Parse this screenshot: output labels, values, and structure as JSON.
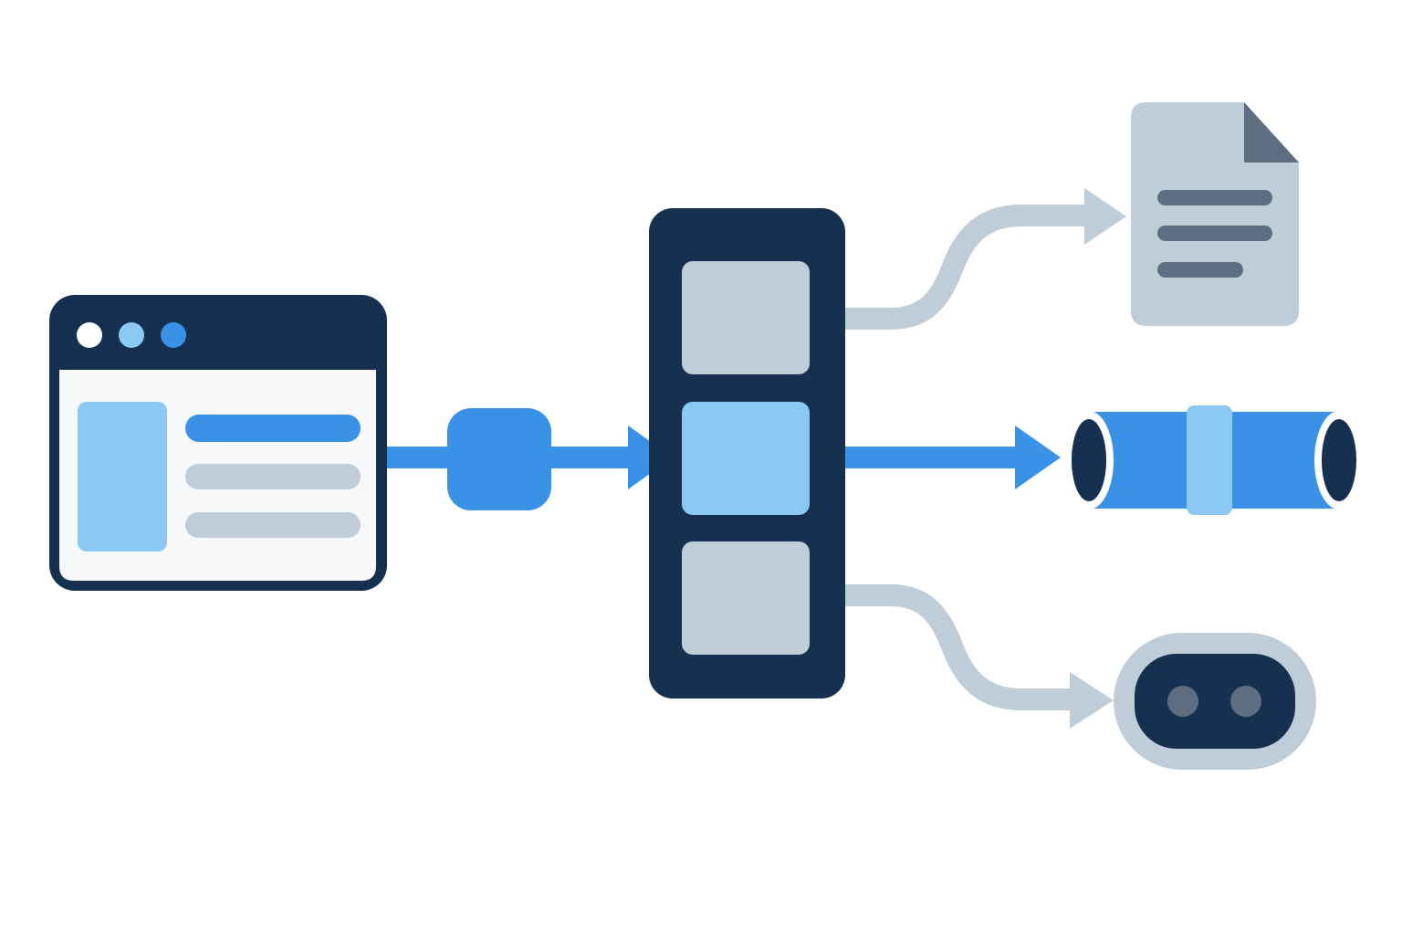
{
  "diagram": {
    "nodes": [
      {
        "id": "browser-window",
        "icon": "browser-window-icon"
      },
      {
        "id": "connector-node",
        "icon": "rounded-square-icon"
      },
      {
        "id": "router-stack",
        "icon": "server-rack-icon"
      },
      {
        "id": "document-output",
        "icon": "document-icon"
      },
      {
        "id": "pipe-output",
        "icon": "pipe-cylinder-icon"
      },
      {
        "id": "device-output",
        "icon": "toggle-device-icon"
      }
    ],
    "edges": [
      {
        "from": "browser-window",
        "to": "connector-node",
        "style": "primary"
      },
      {
        "from": "connector-node",
        "to": "router-stack",
        "style": "primary"
      },
      {
        "from": "router-stack",
        "to": "document-output",
        "style": "secondary"
      },
      {
        "from": "router-stack",
        "to": "pipe-output",
        "style": "primary"
      },
      {
        "from": "router-stack",
        "to": "device-output",
        "style": "secondary"
      }
    ]
  },
  "colors": {
    "navy": "#16304f",
    "primary_blue": "#3a92e6",
    "light_blue": "#8cc8f4",
    "gray": "#bfcdd8",
    "dark_gray": "#5d6e80",
    "panel_white": "#f7f8fa",
    "background": "#ffffff"
  }
}
